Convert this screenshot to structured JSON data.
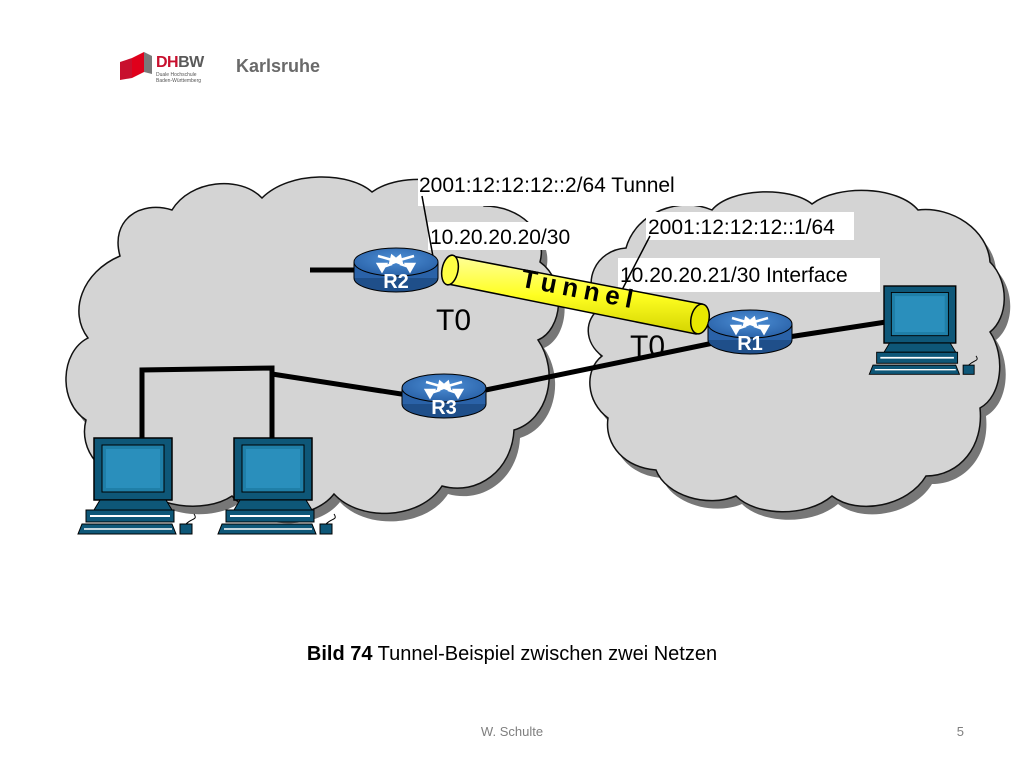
{
  "header": {
    "logo_mark": "DH",
    "logo_mark_2": "BW",
    "logo_subtitle_1": "Duale Hochschule",
    "logo_subtitle_2": "Baden-Württemberg",
    "logo_city": "Karlsruhe"
  },
  "diagram": {
    "routers": {
      "r1": "R1",
      "r2": "R2",
      "r3": "R3"
    },
    "tunnel_label": "Tunnel",
    "labels": {
      "r2_ipv6": "2001:12:12:12::2/64 Tunnel",
      "r2_ipv4": "10.20.20.20/30",
      "r1_ipv6": "2001:12:12:12::1/64",
      "r1_ipv4": "10.20.20.21/30 Interface",
      "t0_left": "T0",
      "t0_right": "T0"
    },
    "colors": {
      "cloud": "#d4d4d4",
      "router": "#2e6db4",
      "tunnel": "#ffff33",
      "monitor": "#1a6f96"
    }
  },
  "caption": {
    "prefix": "Bild 74",
    "text": "Tunnel-Beispiel zwischen zwei Netzen"
  },
  "footer": {
    "author": "W. Schulte",
    "page": "5"
  }
}
